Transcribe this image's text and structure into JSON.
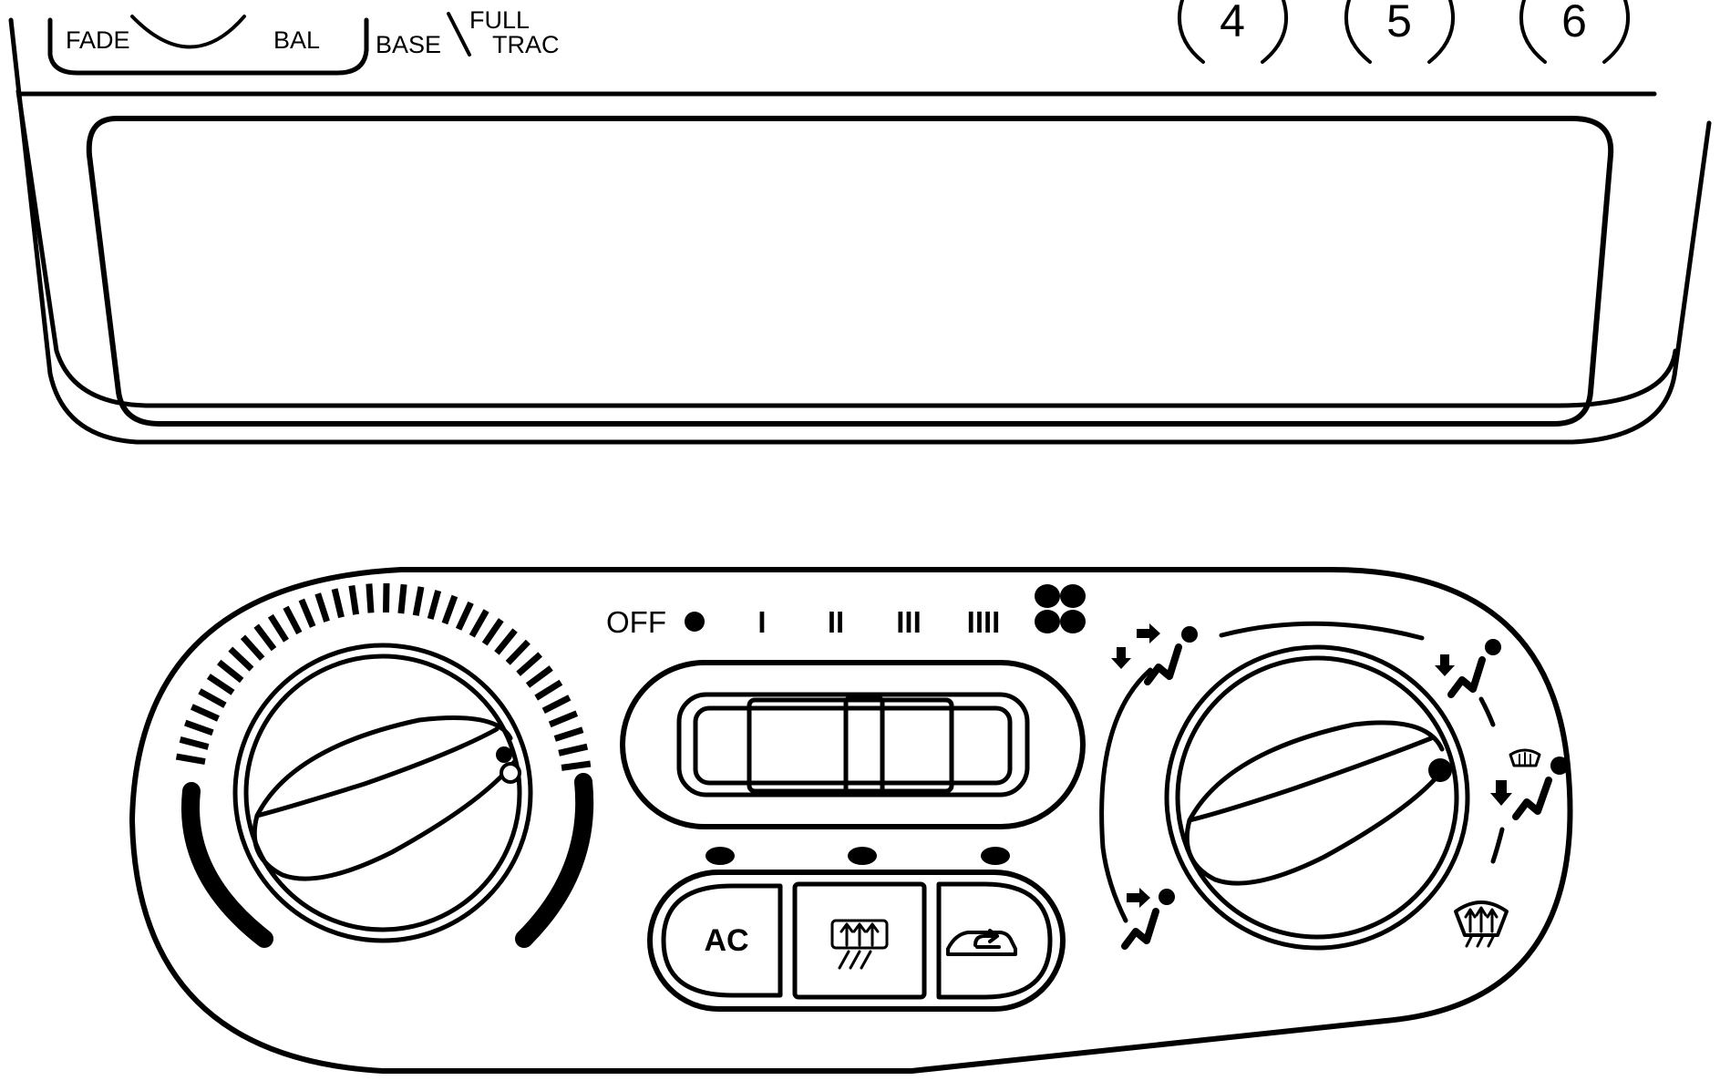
{
  "radio_panel": {
    "audio_labels": {
      "fade": "FADE",
      "bal": "BAL",
      "base": "BASE",
      "full": "FULL",
      "trac": "TRAC"
    },
    "preset_buttons": [
      "4",
      "5",
      "6"
    ]
  },
  "climate_control": {
    "fan_speed_labels": [
      "OFF",
      "I",
      "II",
      "III",
      "IIII"
    ],
    "ac_button_label": "AC",
    "icons": {
      "fan": "fan-icon",
      "rear_defrost": "rear-defrost-icon",
      "recirculation": "recirculation-icon",
      "front_defrost": "front-defrost-icon",
      "vent_mode": "vent-mode-icon",
      "bi_level_mode": "bi-level-mode-icon",
      "floor_mode": "floor-mode-icon",
      "floor_defrost_mode": "floor-defrost-mode-icon"
    }
  }
}
